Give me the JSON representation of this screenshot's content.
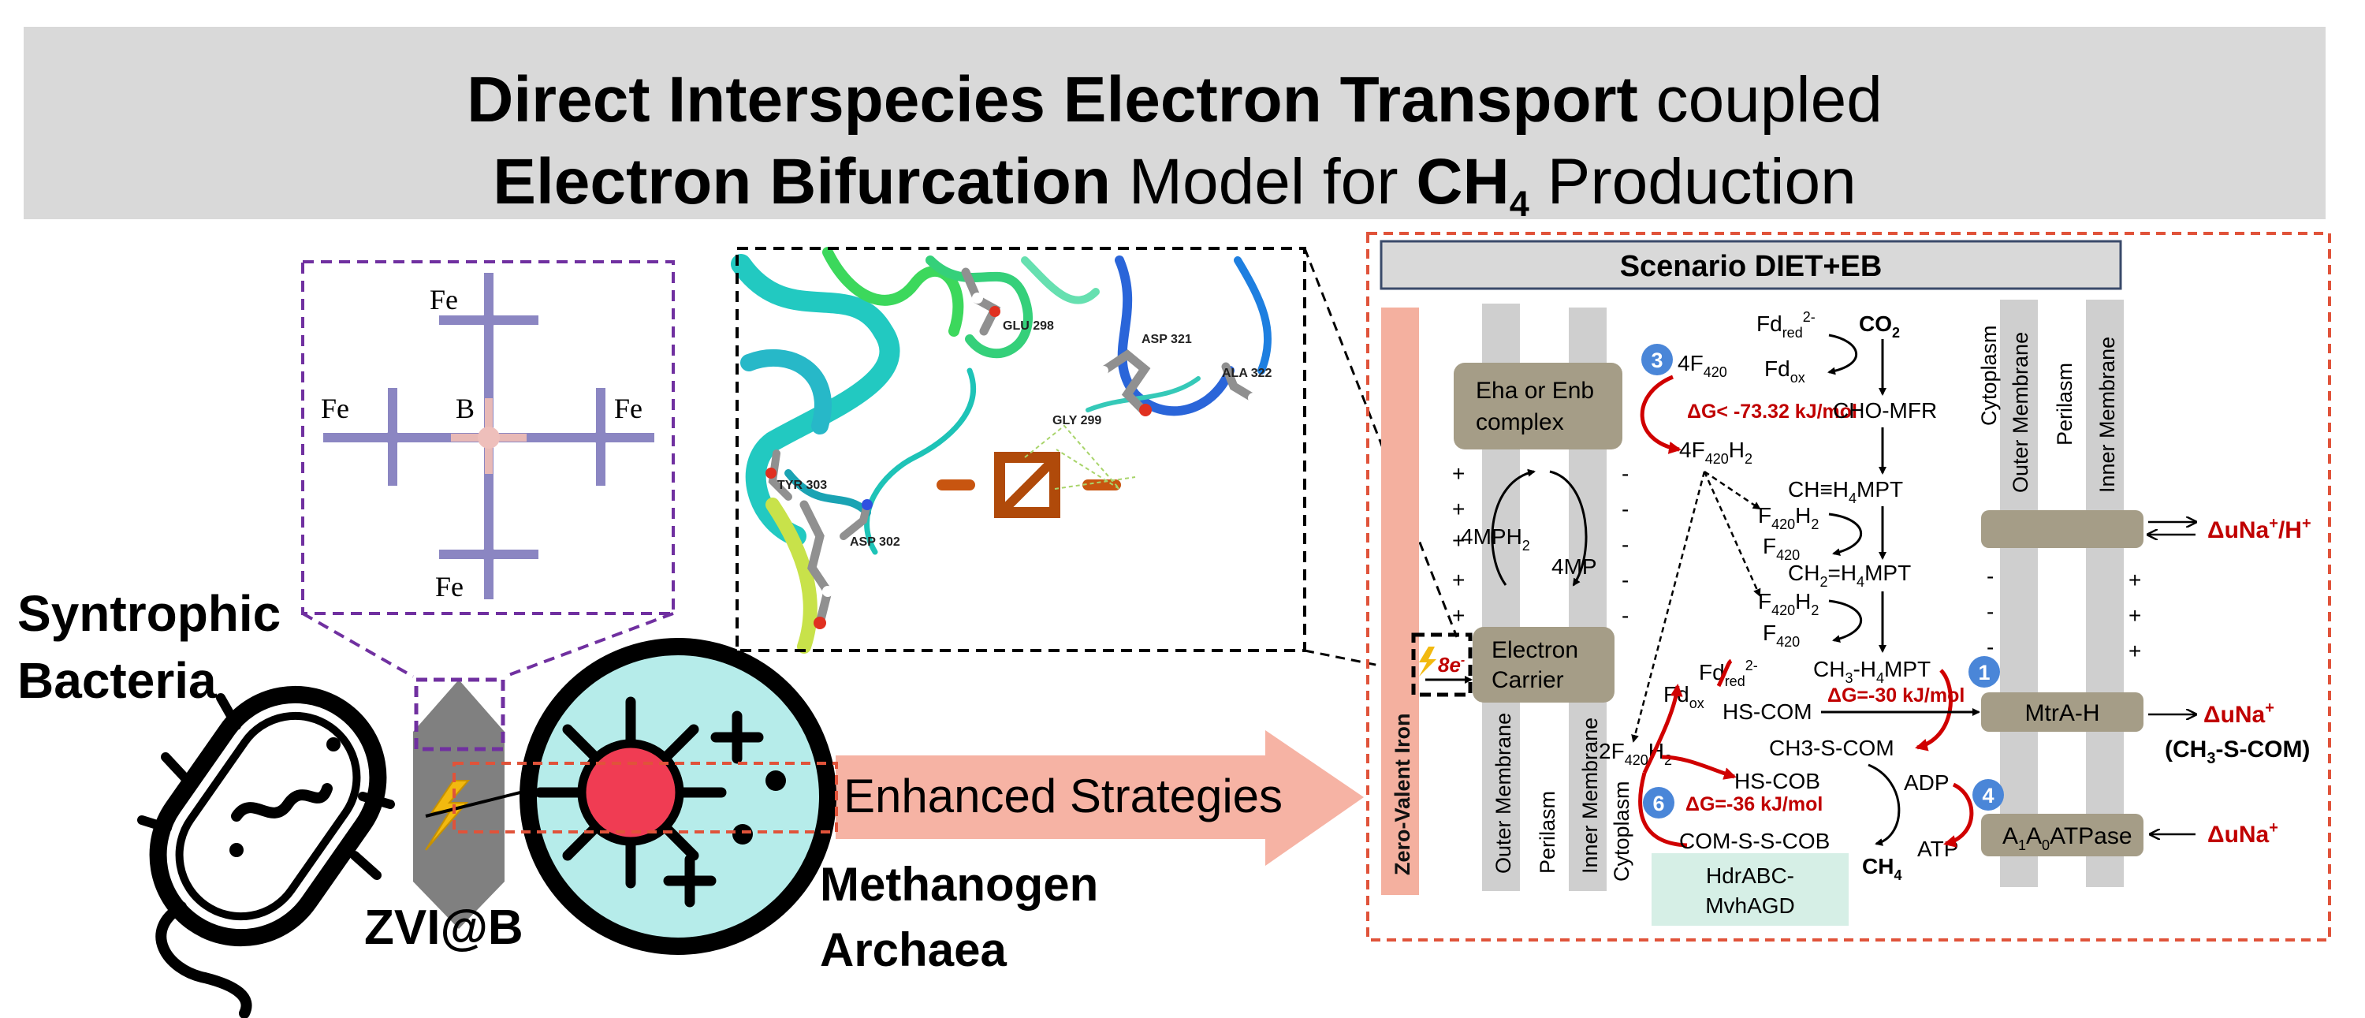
{
  "title": {
    "line1_bold": "Direct Interspecies Electron Transport",
    "line1_rest": " coupled",
    "line2_bold": "Electron Bifurcation",
    "line2_mid": " Model for ",
    "line2_ch": "CH",
    "line2_ch_sub": "4",
    "line2_end": " Production"
  },
  "left": {
    "bacteria_label_1": "Syntrophic",
    "bacteria_label_2": "Bacteria",
    "zvi_label": "ZVI@B",
    "archaea_label_1": "Methanogen",
    "archaea_label_2": "Archaea",
    "arrow_label": "Enhanced Strategies",
    "crystal": {
      "fe1": "Fe",
      "fe2": "Fe",
      "fe3": "Fe",
      "fe4": "Fe",
      "b": "B"
    }
  },
  "protein": {
    "glu": "GLU 298",
    "asp321": "ASP 321",
    "ala": "ALA 322",
    "gly": "GLY 299",
    "tyr": "TYR 303",
    "asp302": "ASP 302"
  },
  "scenario": {
    "title": "Scenario DIET+EB",
    "zvi": "Zero-Valent Iron",
    "eight_e": "8e",
    "eight_e_sup": "-",
    "outer_membrane": "Outer Membrane",
    "perilasm": "Perilasm",
    "inner_membrane": "Inner Membrane",
    "cytoplasm": "Cytoplasm",
    "eha_1": "Eha or Enb",
    "eha_2": "complex",
    "carrier_1": "Electron",
    "carrier_2": "Carrier",
    "mph2": "4MPH",
    "mph2_sub": "2",
    "mp": "4MP",
    "f420_4": "4F",
    "f420_4_sub": "420",
    "f420h2_4": "4F",
    "f420h2_4_sub": "420",
    "f420h2_4_h": "H",
    "f420h2_4_hsub": "2",
    "dg3": "ΔG< -73.32 kJ/mol",
    "fd_red_top": "Fd",
    "fd_red_top_sub": "red",
    "fd_red_top_sup": "2-",
    "fd_ox_top": "Fd",
    "fd_ox_top_sub": "ox",
    "co2": "CO",
    "co2_sub": "2",
    "cho_mfr": "CHO-MFR",
    "ch_h4mpt": "CH≡H",
    "ch_h4mpt_sub": "4",
    "ch_h4mpt_end": "MPT",
    "ch2_h4mpt": "CH",
    "ch2_sub": "2",
    "ch2_mid": "=H",
    "ch2_sub2": "4",
    "ch2_end": "MPT",
    "ch3_h4mpt": "CH",
    "ch3_sub": "3",
    "ch3_mid": "-H",
    "ch3_sub2": "4",
    "ch3_end": "MPT",
    "f420h2_a": "F",
    "f420h2_a_sub": "420",
    "f420h2_a_h": "H",
    "f420h2_a_hsub": "2",
    "f420_a": "F",
    "f420_a_sub": "420",
    "f420h2_b": "F",
    "f420h2_b_sub": "420",
    "f420h2_b_h": "H",
    "f420h2_b_hsub": "2",
    "f420_b": "F",
    "f420_b_sub": "420",
    "fd_red_bot": "Fd",
    "fd_red_bot_sub": "red",
    "fd_red_bot_sup": "2-",
    "fd_ox_bot": "Fd",
    "fd_ox_bot_sub": "ox",
    "hs_com": "HS-COM",
    "dg1": "ΔG=-30 kJ/mol",
    "ch3_s_com": "CH3-S-COM",
    "f2_420h2": "2F",
    "f2_420h2_sub": "420",
    "f2_420h2_h": "H",
    "f2_420h2_hsub": "2",
    "hs_cob": "HS-COB",
    "dg6": "ΔG=-36 kJ/mol",
    "adp": "ADP",
    "atp": "ATP",
    "com_s_s_cob": "COM-S-S-COB",
    "ch4": "CH",
    "ch4_sub": "4",
    "hdr_1": "HdrABC-",
    "hdr_2": "MvhAGD",
    "mtra": "MtrA-H",
    "atpase": "A",
    "atpase_sub1": "1",
    "atpase_mid": "A",
    "atpase_sub2": "0",
    "atpase_end": "ATPase",
    "out_na_h": "ΔuNa",
    "out_na_h_sup": "+",
    "out_na_h_mid": "/H",
    "out_na_h_sup2": "+",
    "out_na": "ΔuNa",
    "out_na_sup": "+",
    "out_ch3": "(CH",
    "out_ch3_sub": "3",
    "out_ch3_end": "-S-COM)",
    "in_na": "ΔuNa",
    "in_na_sup": "+",
    "badge1": "1",
    "badge3": "3",
    "badge4": "4",
    "badge6": "6",
    "plus": "+",
    "minus": "-"
  },
  "colors": {
    "title_bg": "#d9d9d9",
    "red_text": "#c00000",
    "badge_blue": "#4a86d8",
    "complex_tan": "#a59d87",
    "membrane_gray": "#cfcfcf",
    "zvi_salmon": "#f4b09f",
    "hdr_green": "#d6efe6",
    "archaea_cyan": "#b6ecea",
    "arrow_salmon": "#f6b3a4",
    "crystal_purple": "#8b86c2",
    "dashed_purple": "#7030a0",
    "dashed_red": "#e0533a"
  }
}
